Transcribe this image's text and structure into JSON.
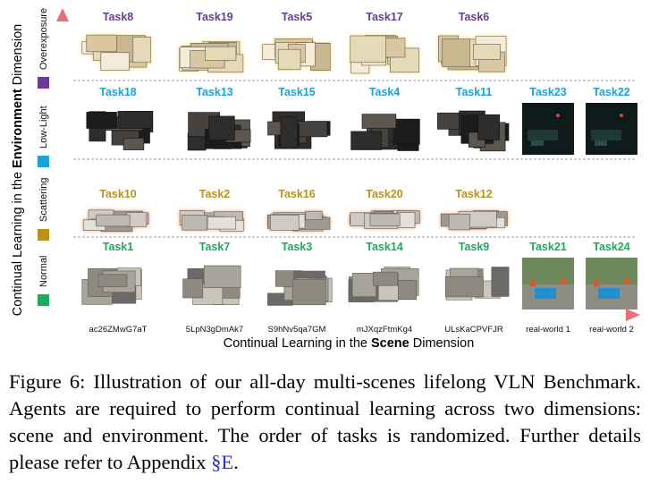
{
  "figure": {
    "y_axis": {
      "label_prefix": "Continual Learning in the ",
      "label_bold": "Environment",
      "label_suffix": " Dimension",
      "rows": [
        {
          "name": "Normal",
          "color": "#1faa5a"
        },
        {
          "name": "Scattering",
          "color": "#b8921a"
        },
        {
          "name": "Low-Light",
          "color": "#1aa3d9"
        },
        {
          "name": "Overexposure",
          "color": "#6b3b98"
        }
      ]
    },
    "x_axis": {
      "label_prefix": "Continual Learning in the ",
      "label_bold": "Scene",
      "label_suffix": " Dimension",
      "scenes": [
        "ac26ZMwG7aT",
        "5LpN3gDmAk7",
        "S9hNv5qa7GM",
        "mJXqzFtmKg4",
        "ULsKaCPVFJR",
        "real-world 1",
        "real-world  2"
      ]
    },
    "tasks": [
      {
        "label": "Task1",
        "row": 0,
        "col": 0
      },
      {
        "label": "Task7",
        "row": 0,
        "col": 1
      },
      {
        "label": "Task3",
        "row": 0,
        "col": 2
      },
      {
        "label": "Task14",
        "row": 0,
        "col": 3
      },
      {
        "label": "Task9",
        "row": 0,
        "col": 4
      },
      {
        "label": "Task21",
        "row": 0,
        "col": 5
      },
      {
        "label": "Task24",
        "row": 0,
        "col": 6
      },
      {
        "label": "Task10",
        "row": 1,
        "col": 0
      },
      {
        "label": "Task2",
        "row": 1,
        "col": 1
      },
      {
        "label": "Task16",
        "row": 1,
        "col": 2
      },
      {
        "label": "Task20",
        "row": 1,
        "col": 3
      },
      {
        "label": "Task12",
        "row": 1,
        "col": 4
      },
      {
        "label": "Task18",
        "row": 2,
        "col": 0
      },
      {
        "label": "Task13",
        "row": 2,
        "col": 1
      },
      {
        "label": "Task15",
        "row": 2,
        "col": 2
      },
      {
        "label": "Task4",
        "row": 2,
        "col": 3
      },
      {
        "label": "Task11",
        "row": 2,
        "col": 4
      },
      {
        "label": "Task23",
        "row": 2,
        "col": 5
      },
      {
        "label": "Task22",
        "row": 2,
        "col": 6
      },
      {
        "label": "Task8",
        "row": 3,
        "col": 0
      },
      {
        "label": "Task19",
        "row": 3,
        "col": 1
      },
      {
        "label": "Task5",
        "row": 3,
        "col": 2
      },
      {
        "label": "Task17",
        "row": 3,
        "col": 3
      },
      {
        "label": "Task6",
        "row": 3,
        "col": 4
      }
    ]
  },
  "caption": {
    "text": "Figure 6: Illustration of our all-day multi-scenes lifelong VLN Benchmark. Agents are required to perform continual learning across two dimensions: scene and environment. The order of tasks is randomized. Further details please refer to Appendix ",
    "ref": "§E",
    "end": "."
  }
}
